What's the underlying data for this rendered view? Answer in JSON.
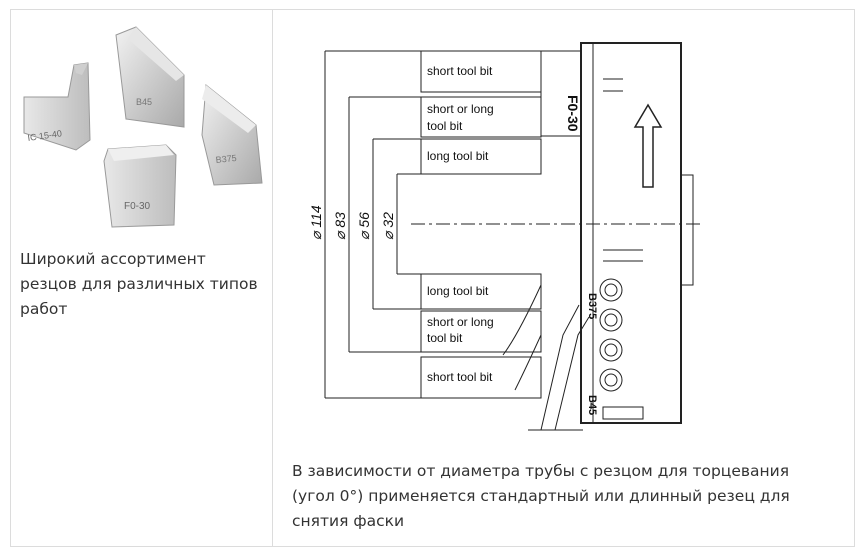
{
  "left": {
    "photo_labels": [
      "IC 15-40",
      "B45",
      "B375",
      "F0-30"
    ],
    "caption_lines": [
      "Широкий ассортимент",
      "резцов для различных типов",
      "работ"
    ]
  },
  "right": {
    "rows": [
      [
        "short tool bit"
      ],
      [
        "short or long",
        "tool bit"
      ],
      [
        "long tool bit"
      ],
      [
        "long tool bit"
      ],
      [
        "short or long",
        "tool bit"
      ],
      [
        "short tool bit"
      ]
    ],
    "dimensions": [
      "⌀ 114",
      "⌀ 83",
      "⌀ 56",
      "⌀ 32"
    ],
    "machine_marks": [
      "F0-30",
      "B375",
      "B45"
    ],
    "caption_lines": [
      "В зависимости от диаметра трубы с резцом для торцевания",
      "(угол 0°) применяется стандартный или длинный резец для",
      "снятия фаски"
    ]
  }
}
